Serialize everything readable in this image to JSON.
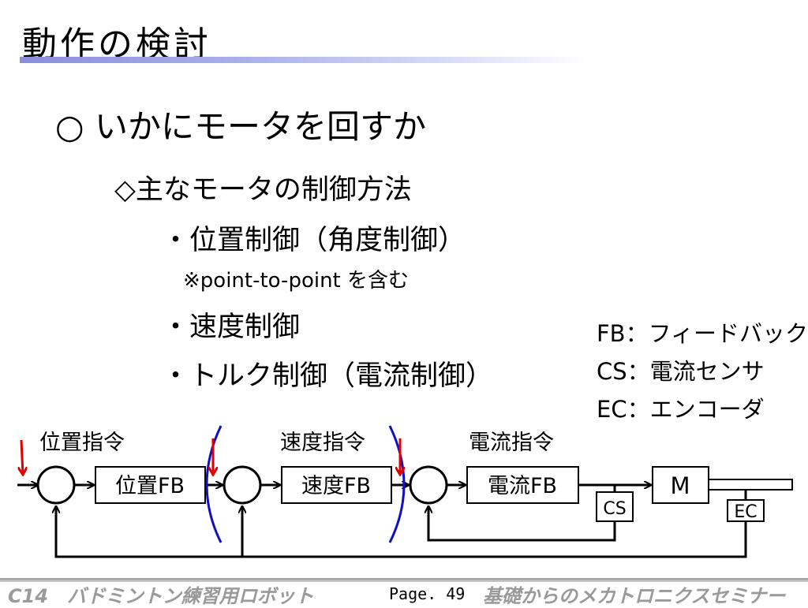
{
  "slide": {
    "title": "動作の検討",
    "heading": "○ いかにモータを回すか",
    "sub_heading": "◇主なモータの制御方法",
    "items": [
      "・位置制御（角度制御）",
      "・速度制御",
      "・トルク制御（電流制御）"
    ],
    "note": "※point-to-point を含む"
  },
  "legend": {
    "fb": "FB：フィードバック",
    "cs": "CS：電流センサ",
    "ec": "EC：エンコーダ"
  },
  "diagram": {
    "nodes": {
      "position_command": "位置指令",
      "speed_command": "速度指令",
      "current_command": "電流指令",
      "position_fb": "位置FB",
      "speed_fb": "速度FB",
      "current_fb": "電流FB",
      "cs": "CS",
      "motor": "M",
      "ec": "EC"
    },
    "colors": {
      "line": "#000000",
      "arrow_red": "#e00000",
      "arc_blue": "#1010c0"
    }
  },
  "footer": {
    "left": "C14　バドミントン練習用ロボット",
    "page": "Page. 49",
    "right": "基礎からのメカトロニクスセミナー"
  }
}
